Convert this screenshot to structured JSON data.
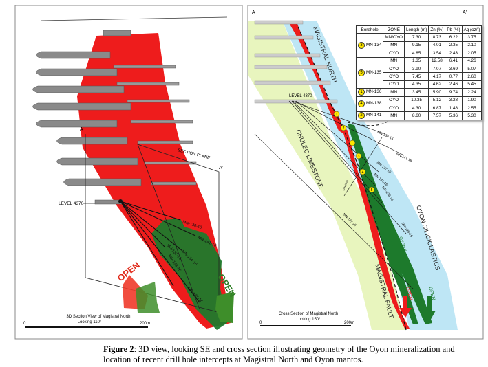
{
  "left_panel": {
    "title": "3D Section View of Magistral North",
    "subtitle": "Looking 110°",
    "section_plane_label": "SECTION PLANE",
    "a_label": "A",
    "a_prime_label": "A'",
    "level_label": "LEVEL 4370",
    "drill_holes": [
      "MN-136-16",
      "MN-141-16",
      "MN-137-16",
      "MN-134-16",
      "MN-138-16",
      "MN-135-16"
    ],
    "open_red": "OPEN",
    "open_green": "OPEN",
    "scale_start": "0",
    "scale_end": "200m"
  },
  "right_panel": {
    "title": "Cross Section of Magistral North",
    "subtitle": "Looking 150°",
    "a_label": "A",
    "a_prime_label": "A'",
    "level_label": "LEVEL 4370",
    "magistral_north": "MAGISTRAL NORTH",
    "chulec": "CHULEC LIMESTONE",
    "oyon_silic": "OYON SILICICLASTICS",
    "magistral_fault": "MAGISTRAL FAULT",
    "oyon_i": "OYON I",
    "oyon_ii": "OYON II",
    "open_red": "OPEN",
    "open_green": "OPEN",
    "drill_holes": [
      "MN-136-16",
      "MN-141-16",
      "MN-137-16",
      "MN-134-16",
      "MN-138-16",
      "MN-135-16",
      "MN-127-15",
      "SAN-0006"
    ],
    "markers": [
      "1",
      "2",
      "3",
      "4",
      "5"
    ],
    "scale_start": "0",
    "scale_end": "200m",
    "colors": {
      "ore": "#ee1c1c",
      "oyon": "#1d7a2c",
      "limestone": "#dff0a8",
      "siliciclastics": "#a9dcef",
      "marker": "#ffe800"
    }
  },
  "table": {
    "headers": [
      "Borehole",
      "ZONE",
      "Length (m)",
      "Zn (%)",
      "Pb (%)",
      "Ag (oz/t)"
    ],
    "groups": [
      {
        "num": "3",
        "borehole": "MN-134",
        "rows": [
          [
            "MN/OYO",
            "7.30",
            "8.73",
            "6.22",
            "3.75"
          ],
          [
            "MN",
            "9.15",
            "4.01",
            "2.35",
            "2.10"
          ],
          [
            "OYO",
            "4.85",
            "3.54",
            "2.43",
            "2.05"
          ]
        ]
      },
      {
        "num": "5",
        "borehole": "MN-135",
        "rows": [
          [
            "MN",
            "1.35",
            "12.58",
            "6.41",
            "4.26"
          ],
          [
            "OYO",
            "3.90",
            "7.07",
            "3.69",
            "5.07"
          ],
          [
            "OYO",
            "7.45",
            "4.17",
            "0.77",
            "2.60"
          ],
          [
            "OYO",
            "4.35",
            "4.62",
            "2.46",
            "5.45"
          ]
        ]
      },
      {
        "num": "1",
        "borehole": "MN-136",
        "rows": [
          [
            "MN",
            "3.45",
            "5.90",
            "9.74",
            "2.24"
          ]
        ]
      },
      {
        "num": "4",
        "borehole": "MN-138",
        "rows": [
          [
            "OYO",
            "10.35",
            "5.12",
            "3.28",
            "1.90"
          ],
          [
            "OYO",
            "4.30",
            "6.87",
            "1.48",
            "2.55"
          ]
        ]
      },
      {
        "num": "2",
        "borehole": "MN-141",
        "rows": [
          [
            "MN",
            "8.60",
            "7.57",
            "5.36",
            "5.30"
          ]
        ]
      }
    ]
  },
  "caption": {
    "label": "Figure 2",
    "text": ": 3D view, looking SE and cross section illustrating geometry of the Oyon mineralization and location of recent drill hole intercepts at Magistral North and Oyon mantos."
  }
}
